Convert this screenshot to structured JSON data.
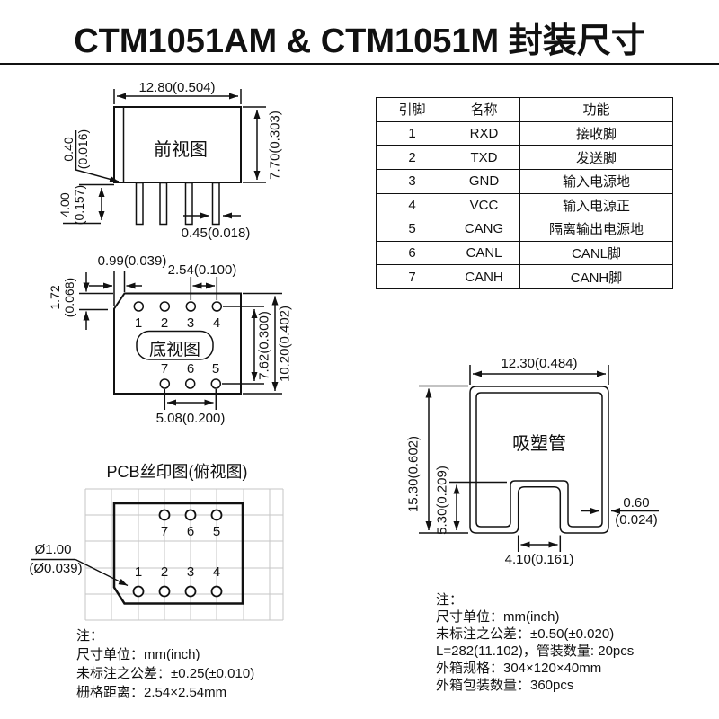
{
  "title": "CTM1051AM & CTM1051M 封装尺寸",
  "colors": {
    "line": "#111111",
    "grid": "#c5c5c5",
    "background": "#ffffff"
  },
  "front_view": {
    "label": "前视图",
    "dim_width": "12.80(0.504)",
    "dim_height": "7.70(0.303)",
    "dim_edge_mm": "0.40",
    "dim_edge_inch": "(0.016)",
    "dim_pin_len_mm": "4.00",
    "dim_pin_len_inch": "(0.157)",
    "dim_pin_width": "0.45(0.018)"
  },
  "bottom_view": {
    "label": "底视图",
    "dim_chamfer_width": "0.99(0.039)",
    "dim_pitch": "2.54(0.100)",
    "dim_chamfer_height_mm": "1.72",
    "dim_chamfer_height_inch": "(0.068)",
    "dim_row_span": "7.62(0.300)",
    "dim_body_depth": "10.20(0.402)",
    "dim_bottom_span": "5.08(0.200)",
    "pins_top": [
      "1",
      "2",
      "3",
      "4"
    ],
    "pins_bottom": [
      "7",
      "6",
      "5"
    ]
  },
  "pin_table": {
    "headers": [
      "引脚",
      "名称",
      "功能"
    ],
    "rows": [
      [
        "1",
        "RXD",
        "接收脚"
      ],
      [
        "2",
        "TXD",
        "发送脚"
      ],
      [
        "3",
        "GND",
        "输入电源地"
      ],
      [
        "4",
        "VCC",
        "输入电源正"
      ],
      [
        "5",
        "CANG",
        "隔离输出电源地"
      ],
      [
        "6",
        "CANL",
        "CANL脚"
      ],
      [
        "7",
        "CANH",
        "CANH脚"
      ]
    ]
  },
  "blister": {
    "label": "吸塑管",
    "dim_width": "12.30(0.484)",
    "dim_height": "15.30(0.602)",
    "dim_notch_height": "5.30(0.209)",
    "dim_wall_mm": "0.60",
    "dim_wall_inch": "(0.024)",
    "dim_notch_width": "4.10(0.161)"
  },
  "pcb": {
    "title": "PCB丝印图(俯视图)",
    "hole_dia_mm": "Ø1.00",
    "hole_dia_inch": "(Ø0.039)",
    "pins_top": [
      "7",
      "6",
      "5"
    ],
    "pins_bottom": [
      "1",
      "2",
      "3",
      "4"
    ]
  },
  "notes_left": {
    "heading": "注：",
    "lines": [
      "尺寸单位：mm(inch)",
      "未标注之公差：±0.25(±0.010)",
      "栅格距离：2.54×2.54mm"
    ]
  },
  "notes_right": {
    "heading": "注：",
    "lines": [
      "尺寸单位：mm(inch)",
      "未标注之公差：±0.50(±0.020)",
      "L=282(11.102)，管装数量: 20pcs",
      "外箱规格：304×120×40mm",
      "外箱包装数量：360pcs"
    ]
  }
}
